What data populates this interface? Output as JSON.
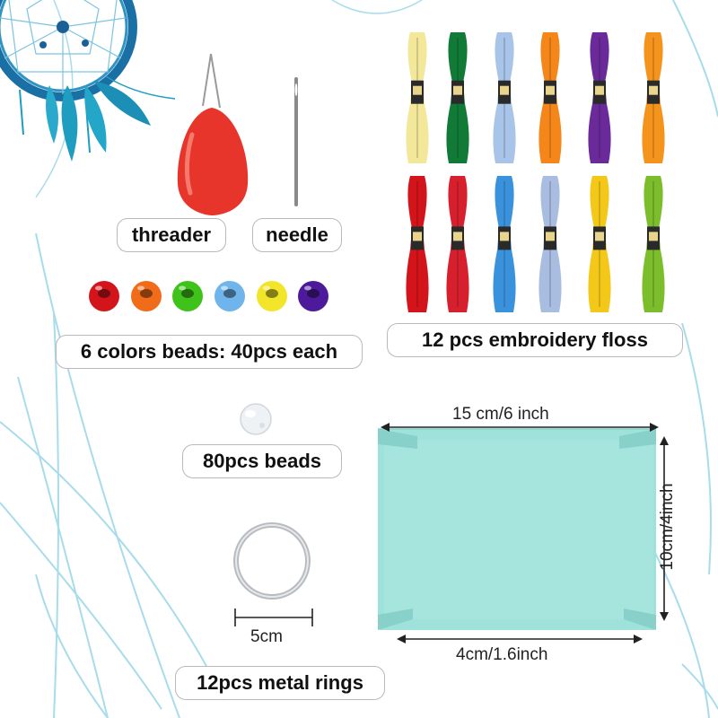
{
  "labels": {
    "threader": "threader",
    "needle": "needle",
    "beads_colored": "6 colors beads: 40pcs each",
    "floss": "12 pcs embroidery floss",
    "beads_clear": "80pcs beads",
    "rings": "12pcs metal rings"
  },
  "dimensions": {
    "box_width": "15 cm/6 inch",
    "box_height": "10cm/4inch",
    "box_depth": "4cm/1.6inch",
    "ring_diameter": "5cm"
  },
  "bead_colors": [
    "#d4141b",
    "#f06b1a",
    "#3fc21a",
    "#6fb4ea",
    "#f2e52a",
    "#4c1a9a"
  ],
  "floss_colors": [
    "#f3e79a",
    "#127a37",
    "#a8c4e8",
    "#f4861a",
    "#6a2a9a",
    "#f4941c",
    "#d4141b",
    "#d6202e",
    "#3a92dc",
    "#a9bde0",
    "#f3c818",
    "#7cbd2c"
  ],
  "colors": {
    "box": "#9fe1db",
    "threader": "#e8352b",
    "accent_teal": "#1f9dc0",
    "pill_border": "#b9b9b9"
  }
}
